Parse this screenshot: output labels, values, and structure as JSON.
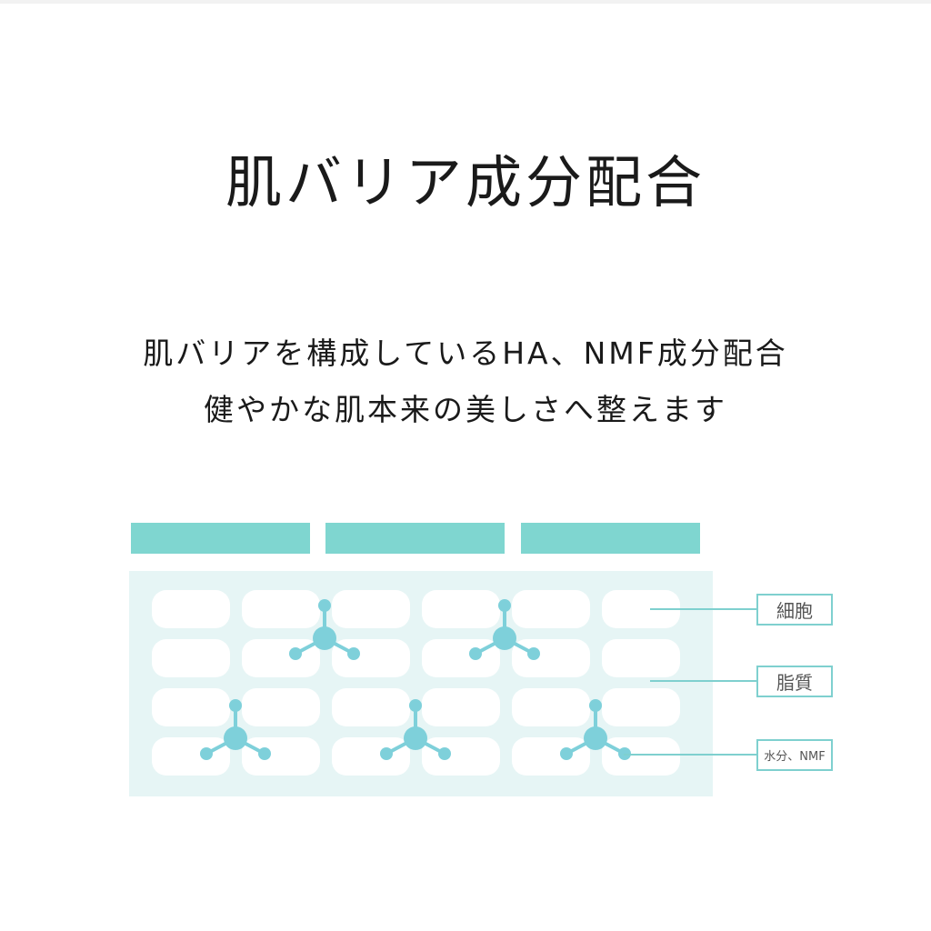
{
  "heading": "肌バリア成分配合",
  "subheading": {
    "line1": "肌バリアを構成しているHA、NMF成分配合",
    "line2": "健やかな肌本来の美しさへ整えます"
  },
  "diagram": {
    "labels": {
      "cell": "細胞",
      "lipid": "脂質",
      "water_nmf": "水分、NMF"
    },
    "colors": {
      "top_bar": "#7fd6d0",
      "layer_bg": "#e6f5f5",
      "cell_fill": "#ffffff",
      "molecule": "#7ed0da",
      "callout_line": "#7fd0cf"
    }
  }
}
